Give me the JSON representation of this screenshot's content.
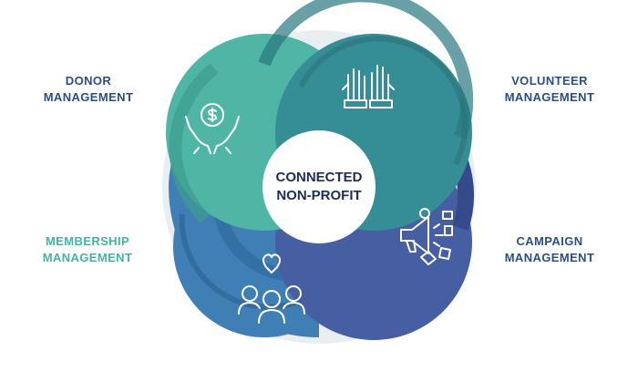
{
  "center": {
    "line1": "CONNECTED",
    "line2": "NON-PROFIT"
  },
  "segments": [
    {
      "id": "donor",
      "line1": "DONOR",
      "line2": "MANAGEMENT",
      "color": "#4fb6a5",
      "label_color": "#2d4f80",
      "icon": "hands-dollar-icon"
    },
    {
      "id": "volunteer",
      "line1": "VOLUNTEER",
      "line2": "MANAGEMENT",
      "color": "#358e96",
      "label_color": "#2d4f80",
      "icon": "raised-hands-icon"
    },
    {
      "id": "membership",
      "line1": "MEMBERSHIP",
      "line2": "MANAGEMENT",
      "color": "#3f7fb5",
      "label_color": "#46b3a2",
      "icon": "group-heart-icon"
    },
    {
      "id": "campaign",
      "line1": "CAMPAIGN",
      "line2": "MANAGEMENT",
      "color": "#465ea2",
      "label_color": "#2d4f80",
      "icon": "megaphone-icon"
    }
  ]
}
